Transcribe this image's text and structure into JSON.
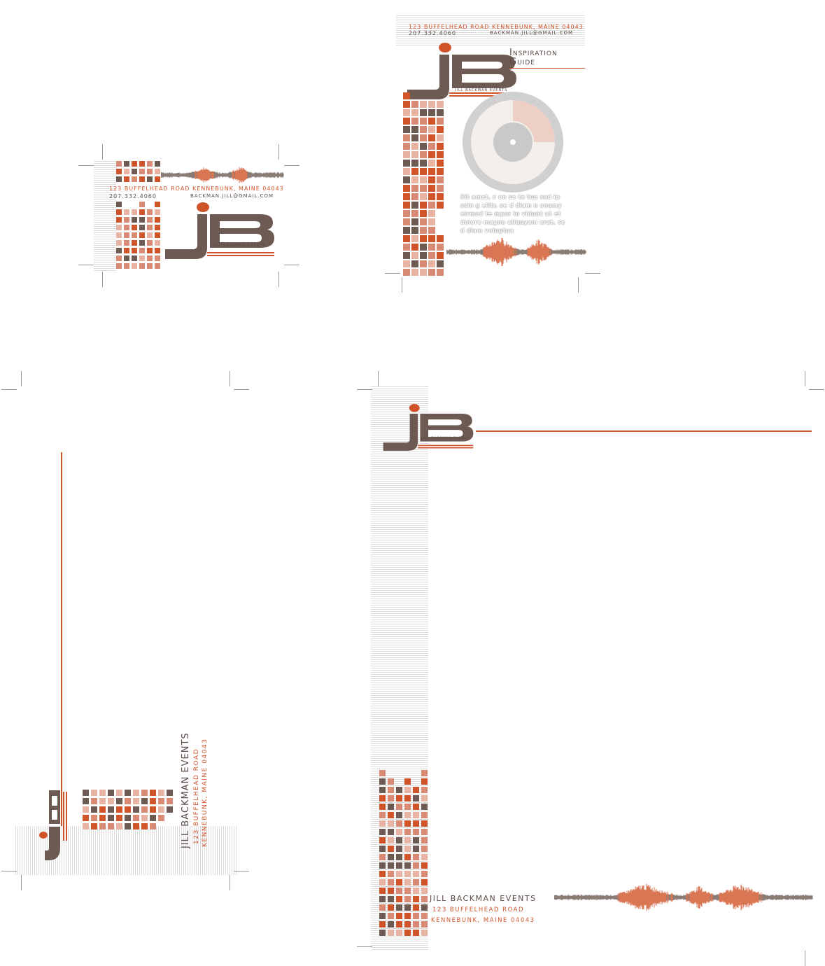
{
  "brand": {
    "name": "Jill Backman Events",
    "logo_text": "JILL BACKMAN EVENTS",
    "address_line": "123 buffelhead road kennebunk, maine 04043",
    "street": "123 buffelhead road",
    "city": "kennebunk, maine 04043",
    "phone": "207.332.4060",
    "email": "backman.jill@gmail.com"
  },
  "guide": {
    "title_line1": "Inspiration",
    "title_line2": "Guide",
    "body": "Sit amet, c on se te tue sad ip scin g elitr, se d diam n onumy eirmod te mpor in vidunt ut et dolore magna aliquyam erat, se d diam voluptua"
  },
  "letterhead": {
    "company": "JILL BACKMAN EVENTS",
    "street": "123 buffelhead road",
    "city": "kennebunk, maine 04043"
  },
  "envelope": {
    "company": "JILL BACKMAN EVENTS",
    "street": "123 buffelhead road",
    "city": "kennebunk, maine 04043"
  },
  "colors": {
    "orange": "#d0542a",
    "salmon": "#d98a75",
    "pink": "#e9b3a4",
    "brown": "#6d5a52",
    "gray": "#cfcfcf"
  }
}
